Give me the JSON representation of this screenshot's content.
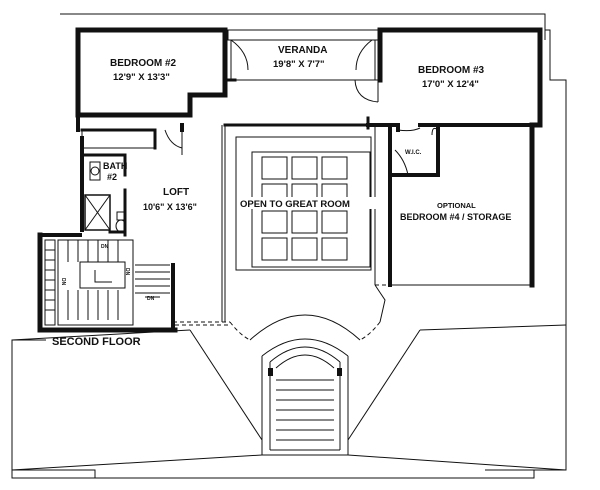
{
  "rooms": {
    "bedroom2": {
      "name": "BEDROOM #2",
      "size": "12'9\" X 13'3\""
    },
    "veranda": {
      "name": "VERANDA",
      "size": "19'8\" X 7'7\""
    },
    "bedroom3": {
      "name": "BEDROOM #3",
      "size": "17'0\" X 12'4\""
    },
    "wic": {
      "name": "W.I.C."
    },
    "bath": {
      "name": "BATH",
      "number": "#2"
    },
    "loft": {
      "name": "LOFT",
      "size": "10'6\" X 13'6\""
    },
    "great_room": {
      "name": "OPEN TO GREAT ROOM"
    },
    "bedroom4": {
      "name": "OPTIONAL",
      "subname": "BEDROOM #4 / STORAGE"
    }
  },
  "stairs": {
    "dn1": "DN",
    "dn2": "DN",
    "dn3": "DN",
    "dn4": "DN"
  },
  "floor_label": "SECOND FLOOR"
}
